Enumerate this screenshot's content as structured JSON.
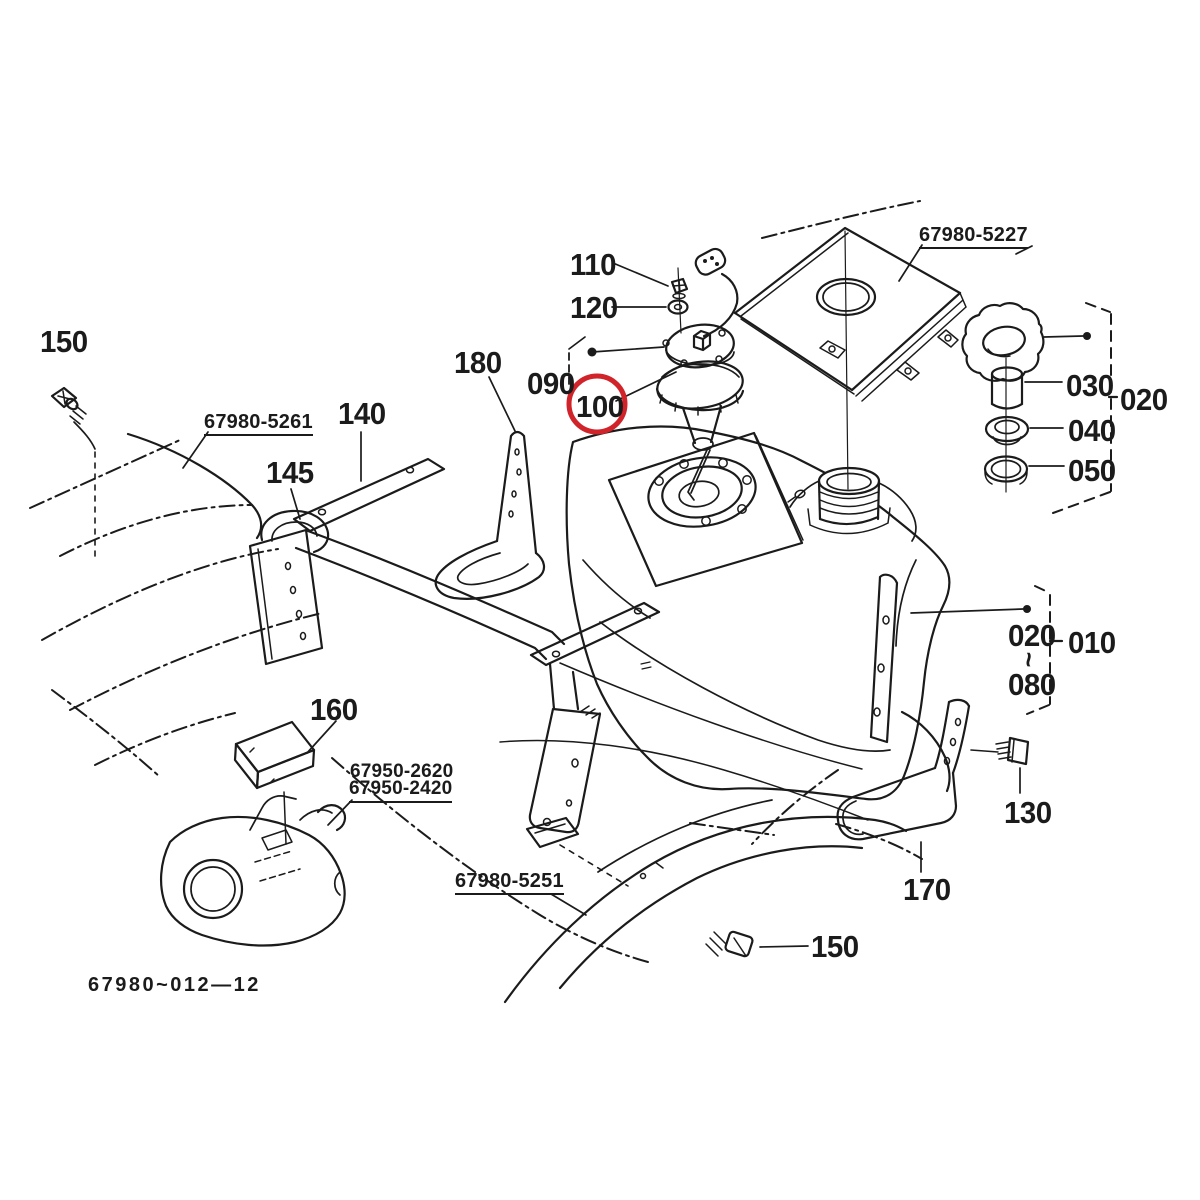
{
  "diagram": {
    "title": "Fuel tank group exploded parts diagram",
    "drawing_number": "67980~012—12"
  },
  "colors": {
    "line": "#1b1b1b",
    "background": "#ffffff",
    "highlight_circle": "#d0232a"
  },
  "callouts": {
    "ref150_top": "150",
    "ref140": "140",
    "ref145": "145",
    "ref180": "180",
    "ref110": "110",
    "ref120": "120",
    "ref090": "090",
    "ref100": "100",
    "ref030": "030",
    "ref040": "040",
    "ref050": "050",
    "ref020_cap": "020",
    "ref020_range": "020",
    "range_tilde": "~",
    "ref080_range": "080",
    "ref010": "010",
    "ref130": "130",
    "ref170": "170",
    "ref160": "160",
    "ref150_bottom": "150"
  },
  "part_numbers": {
    "hood": "67980-5261",
    "tank_top_cover": "67980-5227",
    "clamp_upper": "67950-2620",
    "clamp_lower": "67950-2420",
    "fender": "67980-5251"
  },
  "highlight": {
    "circled_callout": "100"
  }
}
